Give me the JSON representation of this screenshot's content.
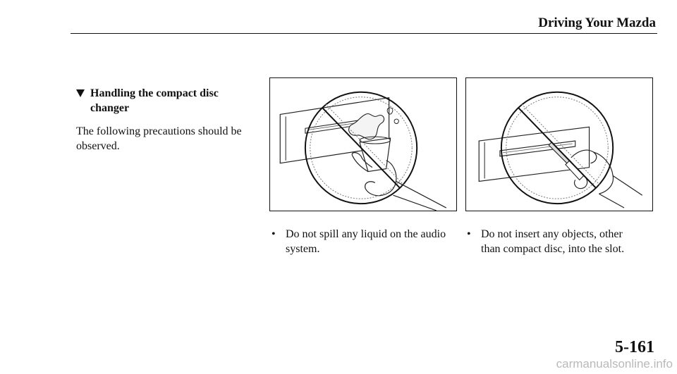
{
  "header": {
    "title": "Driving Your Mazda"
  },
  "section": {
    "heading_line1": "Handling the compact disc",
    "heading_line2": "changer",
    "intro_line1": "The following precautions should be",
    "intro_line2": "observed."
  },
  "figures": [
    {
      "icon": "no-liquid-spill-icon",
      "bullet": "•",
      "caption_line1": "Do not spill any liquid on the audio",
      "caption_line2": "system."
    },
    {
      "icon": "no-foreign-object-insert-icon",
      "bullet": "•",
      "caption_line1": "Do not insert any objects, other",
      "caption_line2": "than compact disc, into the slot."
    }
  ],
  "page_number": "5-161",
  "watermark": "carmanualsonline.info"
}
